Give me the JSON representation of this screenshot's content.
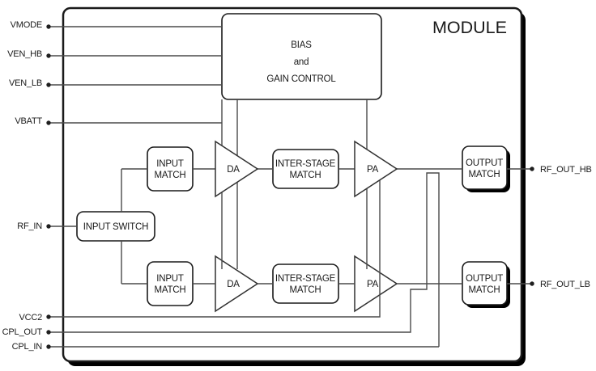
{
  "title": "MODULE",
  "pins": {
    "vmode": "VMODE",
    "ven_hb": "VEN_HB",
    "ven_lb": "VEN_LB",
    "vbatt": "VBATT",
    "rf_in": "RF_IN",
    "vcc2": "VCC2",
    "cpl_out": "CPL_OUT",
    "cpl_in": "CPL_IN",
    "rf_out_hb": "RF_OUT_HB",
    "rf_out_lb": "RF_OUT_LB"
  },
  "blocks": {
    "bias": {
      "line1": "BIAS",
      "line2": "and",
      "line3": "GAIN CONTROL"
    },
    "input_switch": {
      "label": "INPUT SWITCH"
    },
    "input_match": {
      "line1": "INPUT",
      "line2": "MATCH"
    },
    "inter_stage_match": {
      "line1": "INTER-STAGE",
      "line2": "MATCH"
    },
    "output_match": {
      "line1": "OUTPUT",
      "line2": "MATCH"
    },
    "da": {
      "label": "DA"
    },
    "pa": {
      "label": "PA"
    }
  },
  "colors": {
    "line": "#4a4a4a",
    "border": "#1a1a1a",
    "text": "#1a1a1a",
    "shadow": "#000000",
    "background": "#ffffff"
  }
}
